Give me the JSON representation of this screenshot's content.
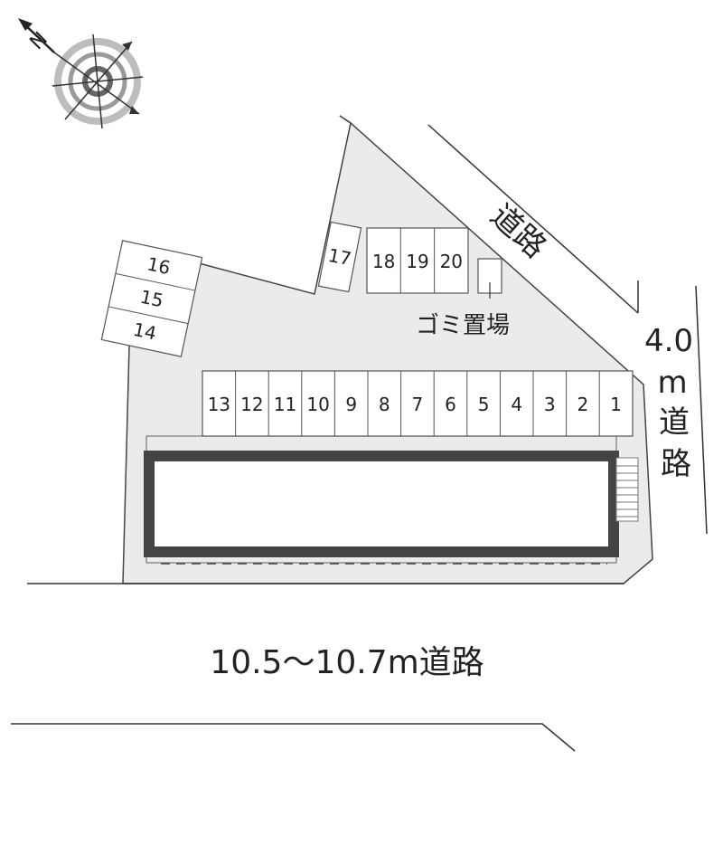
{
  "compass": {
    "north_letter": "N",
    "icon": "compass-rose-icon"
  },
  "roads": {
    "diagonal_road": "道路",
    "east_road_width": "4.0",
    "east_road_unit": "m",
    "east_road_word_1": "道",
    "east_road_word_2": "路",
    "south_road": "10.5〜10.7m道路"
  },
  "trash_area": {
    "label": "ゴミ置場"
  },
  "parking_row": [
    "13",
    "12",
    "11",
    "10",
    "9",
    "8",
    "7",
    "6",
    "5",
    "4",
    "3",
    "2",
    "1"
  ],
  "parking_top": [
    "18",
    "19",
    "20"
  ],
  "parking_single": "17",
  "parking_left": [
    "16",
    "15",
    "14"
  ],
  "colors": {
    "site_fill": "#ebebeb",
    "building_frame": "#444444",
    "line": "#333333"
  }
}
